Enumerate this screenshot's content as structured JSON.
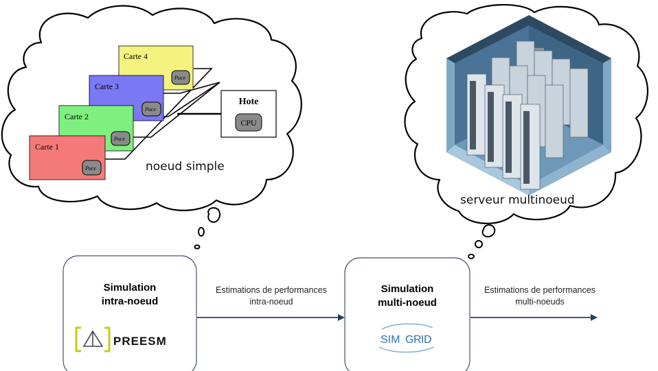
{
  "left_cloud": {
    "caption": "noeud simple",
    "cards": [
      "Carte 1",
      "Carte 2",
      "Carte 3",
      "Carte 4"
    ],
    "chip_label": "Puce",
    "host_title": "Hote",
    "host_cpu": "CPU"
  },
  "right_cloud": {
    "caption": "serveur multinoeud"
  },
  "box_intra": {
    "title_line1": "Simulation",
    "title_line2": "intra-noeud",
    "logo_text": "PREESM"
  },
  "box_multi": {
    "title_line1": "Simulation",
    "title_line2": "multi-noeud",
    "logo_text_a": "SIM",
    "logo_text_b": "GRID"
  },
  "arrow1": {
    "line1": "Estimations de performances",
    "line2": "intra-noeud"
  },
  "arrow2": {
    "line1": "Estimations de performances",
    "line2": "multi-noeuds"
  },
  "colors": {
    "card1": "#f47a7a",
    "card2": "#7ff07f",
    "card3": "#7a78f2",
    "card4": "#f5f27f",
    "chip": "#8a8a8a",
    "arrow": "#2a3f5f",
    "preesm_bracket": "#c8c81e",
    "simgrid_blue": "#2e6fb5"
  }
}
